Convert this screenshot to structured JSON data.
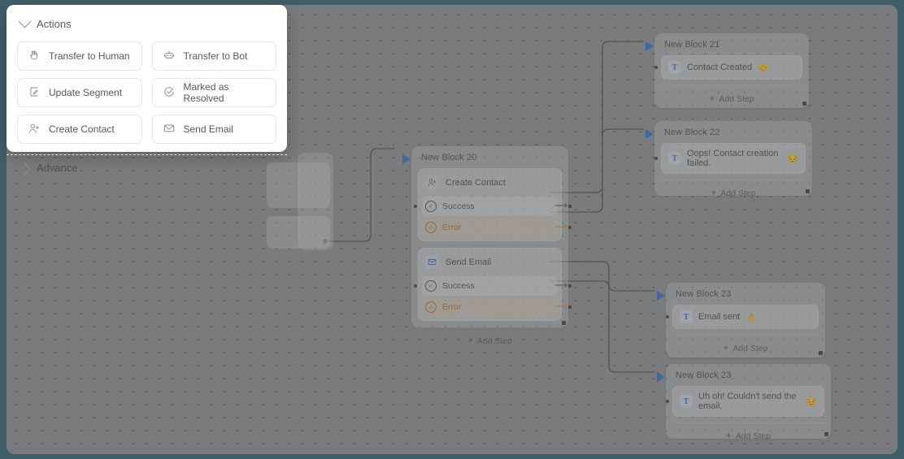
{
  "theme": {
    "frame_color": "#3f5f68",
    "canvas_color": "#8f9193",
    "accent_blue": "#2f6fd0",
    "error_orange": "#d2861f",
    "panel_white": "#ffffff"
  },
  "actions_panel": {
    "title": "Actions",
    "chevron": "chevron-down-icon",
    "buttons": [
      {
        "label": "Transfer to Human",
        "icon": "hand-icon"
      },
      {
        "label": "Transfer to Bot",
        "icon": "robot-icon"
      },
      {
        "label": "Update Segment",
        "icon": "edit-note-icon"
      },
      {
        "label": "Marked as Resolved",
        "icon": "check-circle-icon"
      },
      {
        "label": "Create Contact",
        "icon": "person-add-icon"
      },
      {
        "label": "Send Email",
        "icon": "envelope-icon"
      }
    ]
  },
  "advance": {
    "label": "Advance",
    "chevron": "chevron-right-icon"
  },
  "flow": {
    "add_step_label": "Add Step",
    "add_step_plus": "+",
    "blocks": [
      {
        "id": "block-20",
        "title": "New Block 20",
        "groups": [
          {
            "name": "Create Contact",
            "icon": "person-add-icon",
            "branches": [
              {
                "label": "Success",
                "type": "success"
              },
              {
                "label": "Error",
                "type": "error"
              }
            ]
          },
          {
            "name": "Send Email",
            "icon": "envelope-icon",
            "branches": [
              {
                "label": "Success",
                "type": "success"
              },
              {
                "label": "Error",
                "type": "error"
              }
            ]
          }
        ]
      },
      {
        "id": "block-21",
        "title": "New Block 21",
        "message": "Contact Created",
        "emoji": "🤝",
        "message_icon": "text-icon"
      },
      {
        "id": "block-22",
        "title": "New Block 22",
        "message": "Oops! Contact creation failed.",
        "emoji": "😔",
        "message_icon": "text-icon"
      },
      {
        "id": "block-23-a",
        "title": "New Block 23",
        "message": "Email sent",
        "emoji": "👌",
        "message_icon": "text-icon"
      },
      {
        "id": "block-23-b",
        "title": "New Block 23",
        "message": "Uh oh! Couldn't send the email.",
        "emoji": "😔",
        "message_icon": "text-icon"
      }
    ]
  }
}
